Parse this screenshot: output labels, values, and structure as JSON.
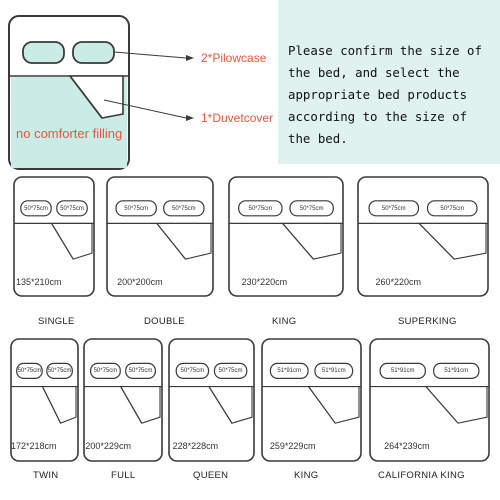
{
  "header": {
    "pillowcase_label": "2*Pilowcase",
    "duvetcover_label": "1*Duvetcover",
    "filling_note": "no comforter filling",
    "confirm_note": "Please confirm the size of the bed, and select the appropriate bed products according to the size of the bed."
  },
  "colors": {
    "mint": "#c9ece7",
    "panel": "#dff2ef",
    "accent": "#e8553d",
    "outline": "#3a3a3a"
  },
  "beds": [
    {
      "name": "SINGLE",
      "size": "135*210cm",
      "pillow": "50*75cm"
    },
    {
      "name": "DOUBLE",
      "size": "200*200cm",
      "pillow": "50*75cm"
    },
    {
      "name": "KING",
      "size": "230*220cm",
      "pillow": "50*75cm"
    },
    {
      "name": "SUPERKING",
      "size": "260*220cm",
      "pillow": "50*75cm"
    },
    {
      "name": "TWIN",
      "size": "172*218cm",
      "pillow": "50*75cm"
    },
    {
      "name": "FULL",
      "size": "200*229cm",
      "pillow": "50*75cm"
    },
    {
      "name": "QUEEN",
      "size": "228*228cm",
      "pillow": "50*75cm"
    },
    {
      "name": "KING",
      "size": "259*229cm",
      "pillow": "51*91cm"
    },
    {
      "name": "CALIFORNIA KING",
      "size": "264*239cm",
      "pillow": "51*91cm"
    }
  ]
}
